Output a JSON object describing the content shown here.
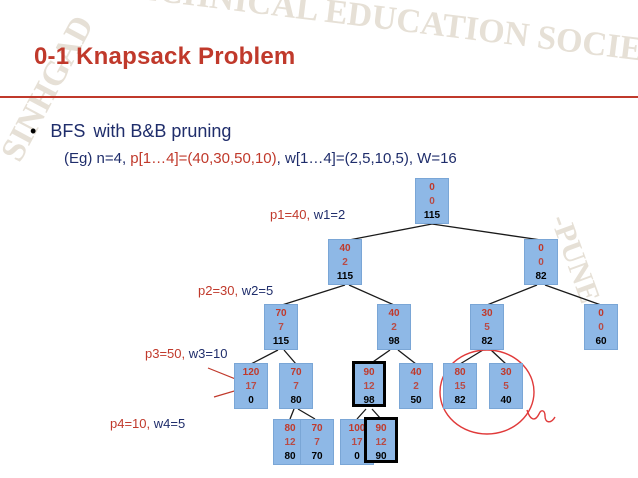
{
  "slide": {
    "title": "0-1 Knapsack Problem",
    "watermark_left": "SINHGAD",
    "watermark_top": "TECHNICAL EDUCATION SOCIETY",
    "watermark_right": "-PUNE"
  },
  "bullet": {
    "marker": "•",
    "term": "BFS",
    "text": "with B&B pruning",
    "eg_prefix": "(Eg) n=4, ",
    "eg_p": "p[1…4]=(40,30,50,10)",
    "eg_comma": ", ",
    "eg_w": "w[1…4]=(2,5,10,5)",
    "eg_W": ", W=16"
  },
  "item_labels": [
    {
      "p": "p1=40,",
      "w": "w1=2"
    },
    {
      "p": "p2=30,",
      "w": "w2=5"
    },
    {
      "p": "p3=50,",
      "w": "w3=10"
    },
    {
      "p": "p4=10,",
      "w": "w4=5"
    }
  ],
  "nodes": [
    {
      "profit": "0",
      "weight": "0",
      "bound": "115"
    },
    {
      "profit": "40",
      "weight": "2",
      "bound": "115"
    },
    {
      "profit": "0",
      "weight": "0",
      "bound": "82"
    },
    {
      "profit": "70",
      "weight": "7",
      "bound": "115"
    },
    {
      "profit": "40",
      "weight": "2",
      "bound": "98"
    },
    {
      "profit": "30",
      "weight": "5",
      "bound": "82"
    },
    {
      "profit": "0",
      "weight": "0",
      "bound": "60"
    },
    {
      "profit": "120",
      "weight": "17",
      "bound": "0"
    },
    {
      "profit": "70",
      "weight": "7",
      "bound": "80"
    },
    {
      "profit": "90",
      "weight": "12",
      "bound": "98"
    },
    {
      "profit": "40",
      "weight": "2",
      "bound": "50"
    },
    {
      "profit": "80",
      "weight": "15",
      "bound": "82"
    },
    {
      "profit": "30",
      "weight": "5",
      "bound": "40"
    },
    {
      "profit": "80",
      "weight": "12",
      "bound": "80"
    },
    {
      "profit": "70",
      "weight": "7",
      "bound": "70"
    },
    {
      "profit": "100",
      "weight": "17",
      "bound": "0"
    },
    {
      "profit": "90",
      "weight": "12",
      "bound": "90"
    }
  ],
  "colors": {
    "node_fill": "#8eb8e6",
    "profit_red": "#c0392b",
    "text_blue": "#1f2d6b",
    "title_red": "#c0392b",
    "circle_red": "#e03a3a"
  }
}
